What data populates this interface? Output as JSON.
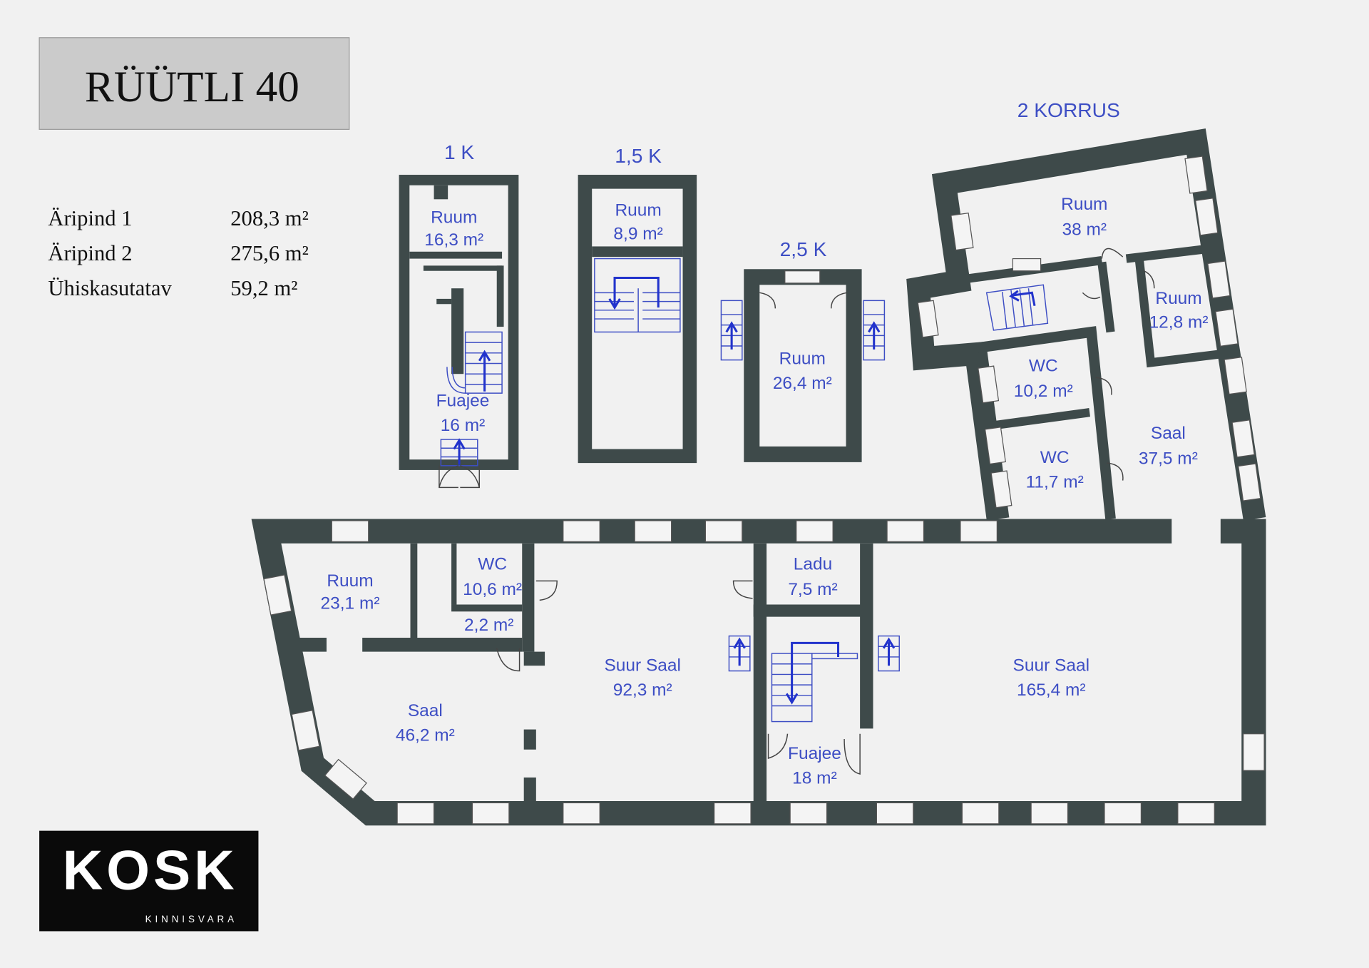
{
  "title": "RÜÜTLI 40",
  "summary": [
    {
      "label": "Äripind 1",
      "value": "208,3 m²"
    },
    {
      "label": "Äripind 2",
      "value": "275,6 m²"
    },
    {
      "label": "Ühiskasutatav",
      "value": "59,2 m²"
    }
  ],
  "floors": {
    "k1": "1 K",
    "k15": "1,5 K",
    "k25": "2,5 K",
    "k2": "2 KORRUS"
  },
  "rooms": [
    {
      "name": "Ruum",
      "area": "16,3 m²"
    },
    {
      "name": "Fuajee",
      "area": "16 m²"
    },
    {
      "name": "Ruum",
      "area": "8,9 m²"
    },
    {
      "name": "Ruum",
      "area": "26,4 m²"
    },
    {
      "name": "Ruum",
      "area": "38 m²"
    },
    {
      "name": "Ruum",
      "area": "12,8 m²"
    },
    {
      "name": "WC",
      "area": "10,2 m²"
    },
    {
      "name": "WC",
      "area": "11,7 m²"
    },
    {
      "name": "Saal",
      "area": "37,5 m²"
    },
    {
      "name": "Ruum",
      "area": "23,1 m²"
    },
    {
      "name": "WC",
      "area": "10,6 m²"
    },
    {
      "name": "",
      "area": "2,2 m²"
    },
    {
      "name": "Suur Saal",
      "area": "92,3 m²"
    },
    {
      "name": "Ladu",
      "area": "7,5 m²"
    },
    {
      "name": "Saal",
      "area": "46,2 m²"
    },
    {
      "name": "Fuajee",
      "area": "18 m²"
    },
    {
      "name": "Suur Saal",
      "area": "165,4 m²"
    }
  ],
  "logo": {
    "brand": "KOSK",
    "sub": "KINNISVARA"
  },
  "colors": {
    "wall": "#3e4a4a",
    "label": "#3d4ec4",
    "background": "#f1f1f1"
  }
}
